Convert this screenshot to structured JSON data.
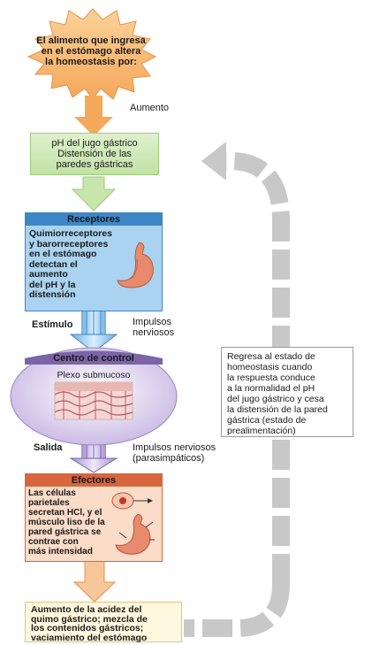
{
  "stimulus": {
    "text_lines": [
      "El alimento que ingresa",
      "en el estómago altera",
      "la homeostasis por:"
    ]
  },
  "labels": {
    "increase": "Aumento",
    "stimulus": "Estímulo",
    "nerve_impulses_lines": [
      "Impulsos",
      "nerviosos"
    ],
    "output": "Salida",
    "parasympathetic_lines": [
      "Impulsos nerviosos",
      "(parasimpáticos)"
    ]
  },
  "variable": {
    "text_lines": [
      "pH del jugo gástrico",
      "Distensión de las",
      "paredes gástricas"
    ]
  },
  "receptors": {
    "title": "Receptores",
    "text_lines": [
      "Quimiorreceptores",
      "y barorreceptores",
      "en el estómago",
      "detectan el",
      "aumento",
      "del pH y la",
      "distensión"
    ]
  },
  "control_center": {
    "title": "Centro de control",
    "subtitle": "Plexo submucoso"
  },
  "effectors": {
    "title": "Efectores",
    "text_lines": [
      "Las células",
      "parietales",
      "secretan HCl, y el",
      "músculo liso de la",
      "pared gástrica se",
      "contrae con",
      "más intensidad"
    ]
  },
  "response": {
    "text_lines": [
      "Aumento de la acidez del",
      "quimo gástrico; mezcla de",
      "los contenidos gástricos;",
      "vaciamiento del estómago"
    ]
  },
  "feedback_note": {
    "text_lines": [
      "Regresa al estado de",
      "homeostasis cuando",
      "la respuesta conduce",
      "a la normalidad el pH",
      "del jugo gástrico y cesa",
      "la distensión de la pared",
      "gástrica (estado de",
      "prealimentación)"
    ]
  },
  "colors": {
    "stimulus_orange": "#f7b56a",
    "variable_green": "#cfe8b8",
    "receptor_blue": "#a9d3f0",
    "receptor_header": "#3e86c6",
    "control_purple": "#cdbfe3",
    "control_header": "#7b64a8",
    "effector_fill": "#fbdcc8",
    "effector_header": "#d8653c",
    "response_yellow": "#fff7de",
    "loop_gray": "#c9c9c9"
  }
}
